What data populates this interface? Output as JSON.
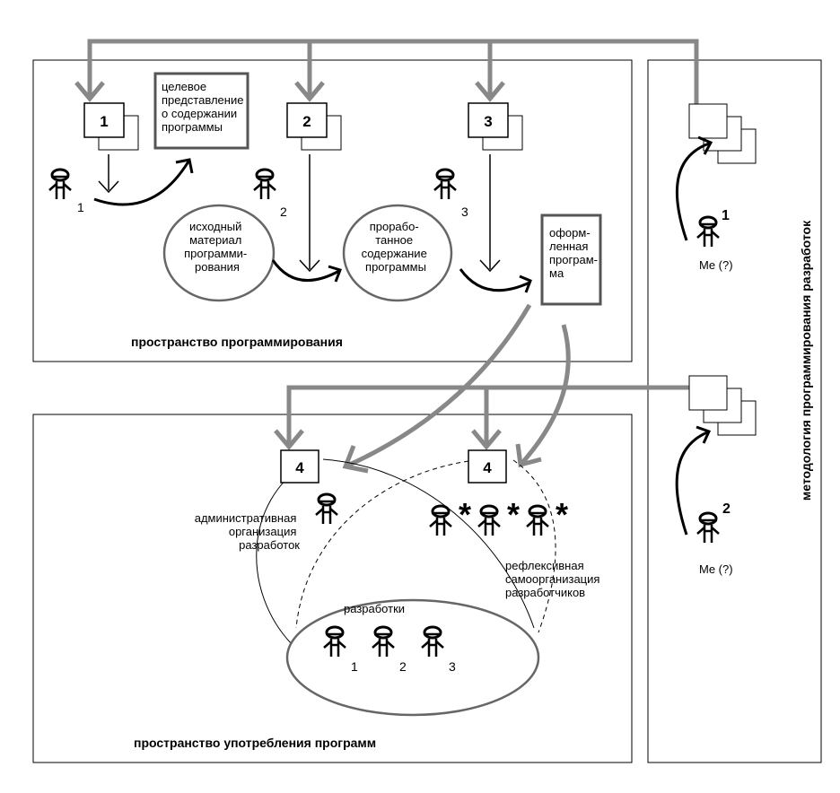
{
  "regions": {
    "programming_space": "пространство программирования",
    "usage_space": "пространство употребления программ",
    "methodology": "методология программирования разработок"
  },
  "stages": {
    "s1": "1",
    "s2": "2",
    "s3": "3",
    "s4a": "4",
    "s4b": "4"
  },
  "boxes": {
    "target": [
      "целевое",
      "представление",
      "о содержании",
      "программы"
    ],
    "formatted": [
      "оформ-",
      "ленная",
      "програм-",
      "ма"
    ]
  },
  "ovals": {
    "source": [
      "исходный",
      "материал",
      "программи-",
      "рования"
    ],
    "worked": [
      "прорабо-",
      "танное",
      "содержание",
      "программы"
    ],
    "developments": "разработки"
  },
  "labels": {
    "admin": [
      "административная",
      "организация",
      "разработок"
    ],
    "reflexive": [
      "рефлексивная",
      "самоорганизация",
      "разработчиков"
    ],
    "me1": "Me (?)",
    "me2": "Me (?)"
  },
  "indices": {
    "a1": "1",
    "a2": "2",
    "a3": "3",
    "m1": "1",
    "m2": "2",
    "d1": "1",
    "d2": "2",
    "d3": "3"
  },
  "stars": {
    "st1": "*",
    "st2": "*",
    "st3": "*"
  }
}
